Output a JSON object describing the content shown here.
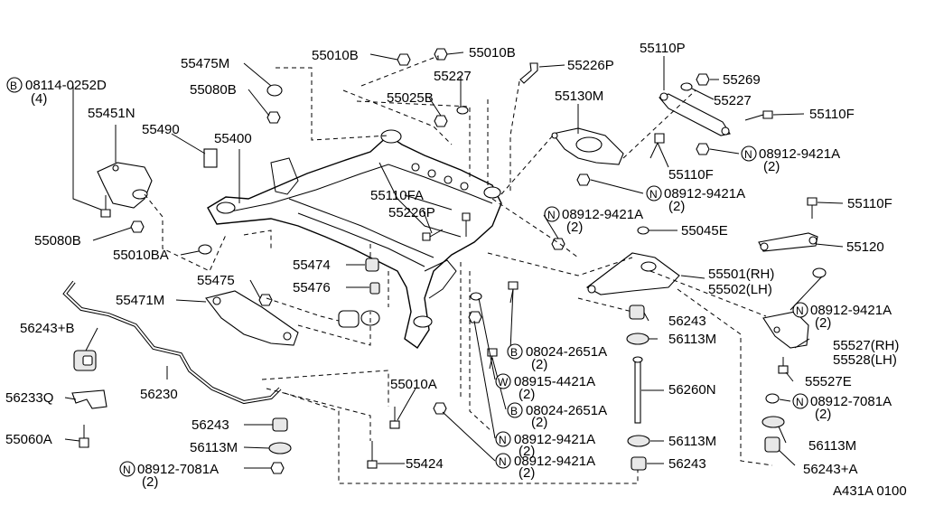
{
  "diagram_code": "A431A 0100",
  "labels": {
    "p55010B_1": "55010B",
    "p55010B_2": "55010B",
    "p55475M": "55475M",
    "p55226P_top": "55226P",
    "p55110P": "55110P",
    "p08114": "08114-0252D",
    "p08114_qty": "(4)",
    "p55080B_top": "55080B",
    "p55227_a": "55227",
    "p55269": "55269",
    "p55025B": "55025B",
    "p55227_b": "55227",
    "p55451N": "55451N",
    "p55130M": "55130M",
    "p55110F_a": "55110F",
    "p55490": "55490",
    "p55400": "55400",
    "p08912_9421A_a": "08912-9421A",
    "p08912_9421A_a_qty": "(2)",
    "p55110F_b": "55110F",
    "p55110FA": "55110FA",
    "p08912_9421A_b": "08912-9421A",
    "p08912_9421A_b_qty": "(2)",
    "p55226P_mid": "55226P",
    "p08912_9421A_c": "08912-9421A",
    "p08912_9421A_c_qty": "(2)",
    "p55110F_c": "55110F",
    "p55045E": "55045E",
    "p55080B_bot": "55080B",
    "p55010BA": "55010BA",
    "p55120": "55120",
    "p55474": "55474",
    "p55476": "55476",
    "p55501": "55501(RH)",
    "p55502": "55502(LH)",
    "p55475": "55475",
    "p55471M": "55471M",
    "p08912_9421A_d": "08912-9421A",
    "p08912_9421A_d_qty": "(2)",
    "p56243B": "56243+B",
    "p56243_r1": "56243",
    "p56113M_r1": "56113M",
    "p55527": "55527(RH)",
    "p55528": "55528(LH)",
    "p08024_a": "08024-2651A",
    "p08024_a_qty": "(2)",
    "p56230": "56230",
    "p55527E": "55527E",
    "p55010A": "55010A",
    "p08915": "08915-4421A",
    "p08915_qty": "(2)",
    "p56260N": "56260N",
    "p56233Q": "56233Q",
    "p08912_7081A_r": "08912-7081A",
    "p08912_7081A_r_qty": "(2)",
    "p08024_b": "08024-2651A",
    "p08024_b_qty": "(2)",
    "p56243_l": "56243",
    "p55060A": "55060A",
    "p08912_9421A_e": "08912-9421A",
    "p08912_9421A_e_qty": "(2)",
    "p56113M_r2": "56113M",
    "p56113M_r3": "56113M",
    "p56113M_l": "56113M",
    "p55424": "55424",
    "p08912_9421A_f": "08912-9421A",
    "p08912_9421A_f_qty": "(2)",
    "p56243_r2": "56243",
    "p56243A": "56243+A",
    "p08912_7081A_l": "08912-7081A",
    "p08912_7081A_l_qty": "(2)"
  },
  "symbols": {
    "bolt": "B",
    "nut": "N",
    "washer": "W"
  }
}
